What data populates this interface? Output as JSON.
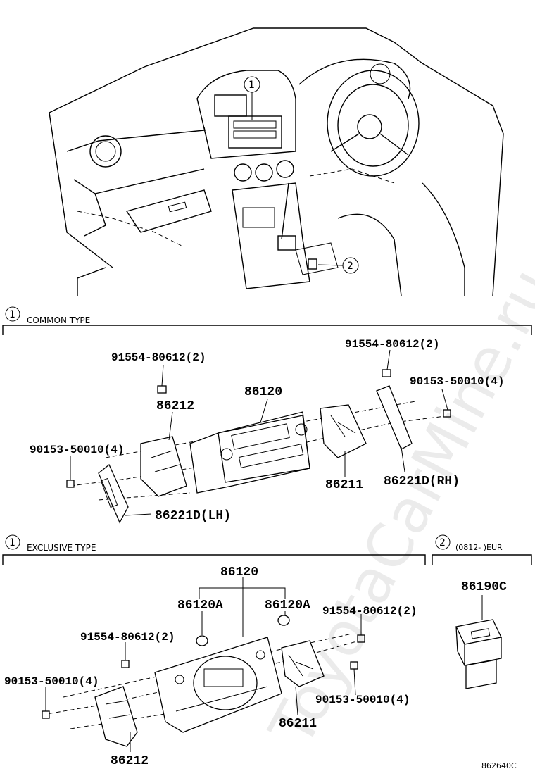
{
  "callouts": {
    "one": "1",
    "two": "2"
  },
  "sections": {
    "common": {
      "marker": "1",
      "title": "COMMON TYPE"
    },
    "exclusive": {
      "marker": "1",
      "title": "EXCLUSIVE TYPE"
    },
    "switch": {
      "marker": "2",
      "title": "(0812-      )EUR"
    }
  },
  "common_labels": {
    "bolt_left": "91554-80612(2)",
    "bolt_right": "91554-80612(2)",
    "screw_right": "90153-50010(4)",
    "screw_left": "90153-50010(4)",
    "bracket_left": "86212",
    "radio": "86120",
    "bracket_right": "86211",
    "panel_rh": "86221D(RH)",
    "panel_lh": "86221D(LH)"
  },
  "exclusive_labels": {
    "radio": "86120",
    "knob_left": "86120A",
    "knob_right": "86120A",
    "bolt_left": "91554-80612(2)",
    "bolt_right": "91554-80612(2)",
    "screw_left": "90153-50010(4)",
    "screw_right": "90153-50010(4)",
    "bracket_right": "86211",
    "bracket_left": "86212"
  },
  "switch_labels": {
    "switch": "86190C"
  },
  "figure_code": "862640C",
  "watermark": "ToyotaCarMine.ru"
}
